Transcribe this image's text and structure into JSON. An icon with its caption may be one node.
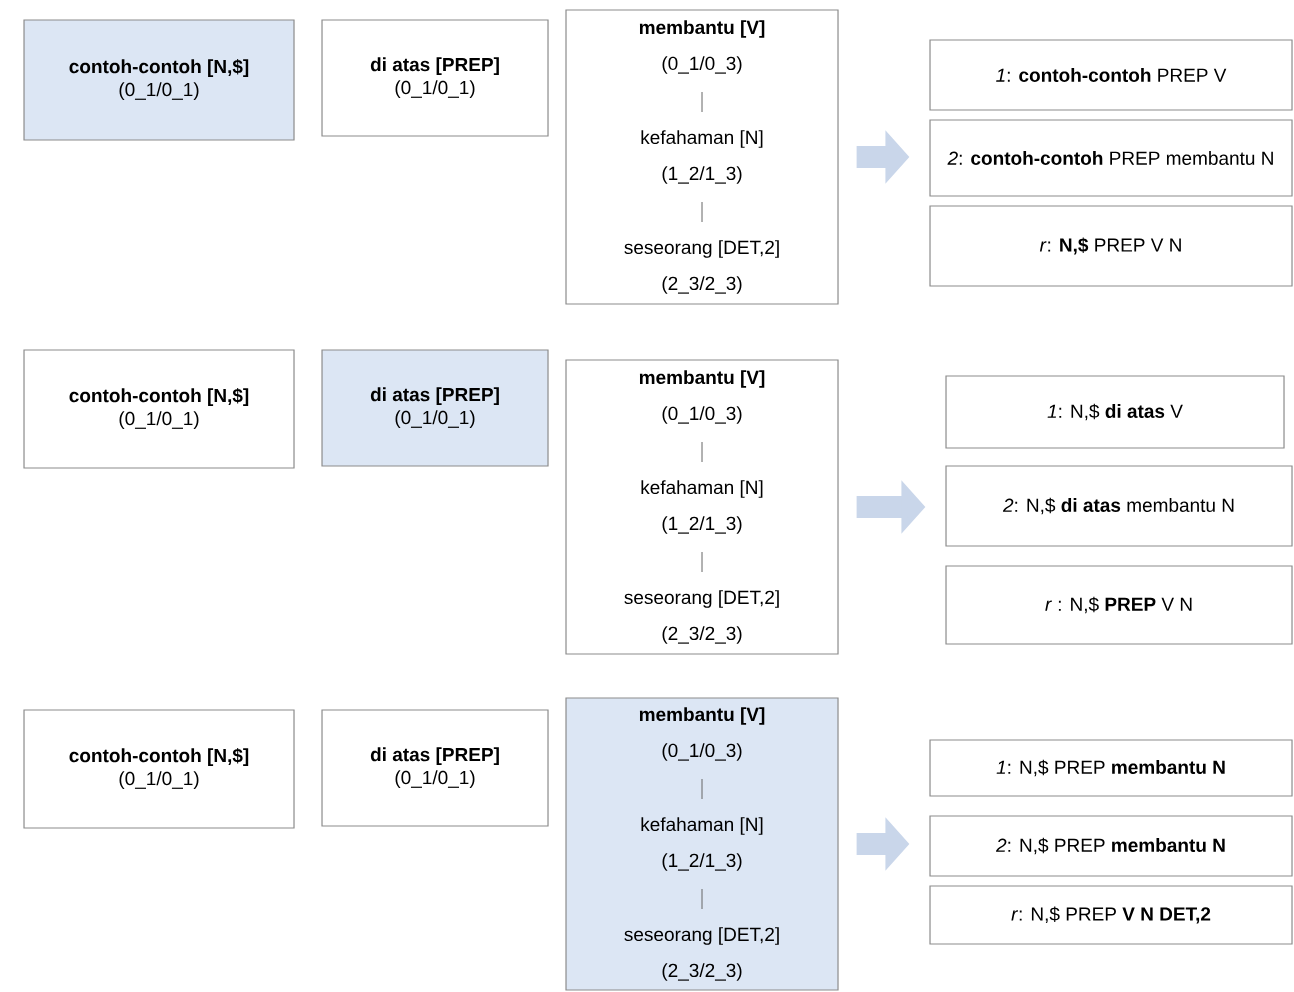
{
  "diagram": {
    "nodes": [
      {
        "text": [
          "contoh-contoh [N,$]",
          "(0_1/0_1)"
        ]
      },
      {
        "text": [
          "di atas [PREP]",
          "(0_1/0_1)"
        ]
      },
      {
        "text": [
          "membantu [V]",
          "(0_1/0_3)",
          "kefahaman [N]",
          "(1_2/1_3)",
          "seseorang [DET,2]",
          "(2_3/2_3)"
        ]
      },
      {
        "text": [
          "*1*: **contoh-contoh** PREP V"
        ]
      },
      {
        "text": [
          "*2*: **contoh-contoh** PREP membantu N"
        ]
      },
      {
        "text": [
          "*r*: **N,$** PREP V N"
        ]
      },
      {
        "text": [
          "contoh-contoh [N,$]",
          "(0_1/0_1)"
        ]
      },
      {
        "text": [
          "di atas [PREP]",
          "(0_1/0_1)"
        ]
      },
      {
        "text": [
          "membantu [V]",
          "(0_1/0_3)",
          "kefahaman [N]",
          "(1_2/1_3)",
          "seseorang [DET,2]",
          "(2_3/2_3)"
        ]
      },
      {
        "text": [
          "*1*: N,$ **di atas** V"
        ]
      },
      {
        "text": [
          "*2*: N,$ **di atas** membantu N"
        ]
      },
      {
        "text": [
          "*r* : N,$ **PREP** V N"
        ]
      },
      {
        "text": [
          "contoh-contoh [N,$]",
          "(0_1/0_1)"
        ]
      },
      {
        "text": [
          "di atas [PREP]",
          "(0_1/0_1)"
        ]
      },
      {
        "text": [
          "membantu [V]",
          "(0_1/0_3)",
          "kefahaman [N]",
          "(1_2/1_3)",
          "seseorang [DET,2]",
          "(2_3/2_3)"
        ]
      },
      {
        "text": [
          "*1*: N,$ PREP **membantu N**"
        ]
      },
      {
        "text": [
          "*2*: N,$ PREP **membantu N**"
        ]
      },
      {
        "text": [
          "*r*: N,$ PREP **V N DET,2**"
        ]
      }
    ],
    "edges": [
      {
        "from": 2,
        "to": 4,
        "arrow": "to",
        "color": "#c9d6ea"
      },
      {
        "from": 8,
        "to": 10,
        "arrow": "to",
        "color": "#c9d6ea"
      },
      {
        "from": 14,
        "to": 16,
        "arrow": "to",
        "color": "#c9d6ea"
      }
    ]
  }
}
